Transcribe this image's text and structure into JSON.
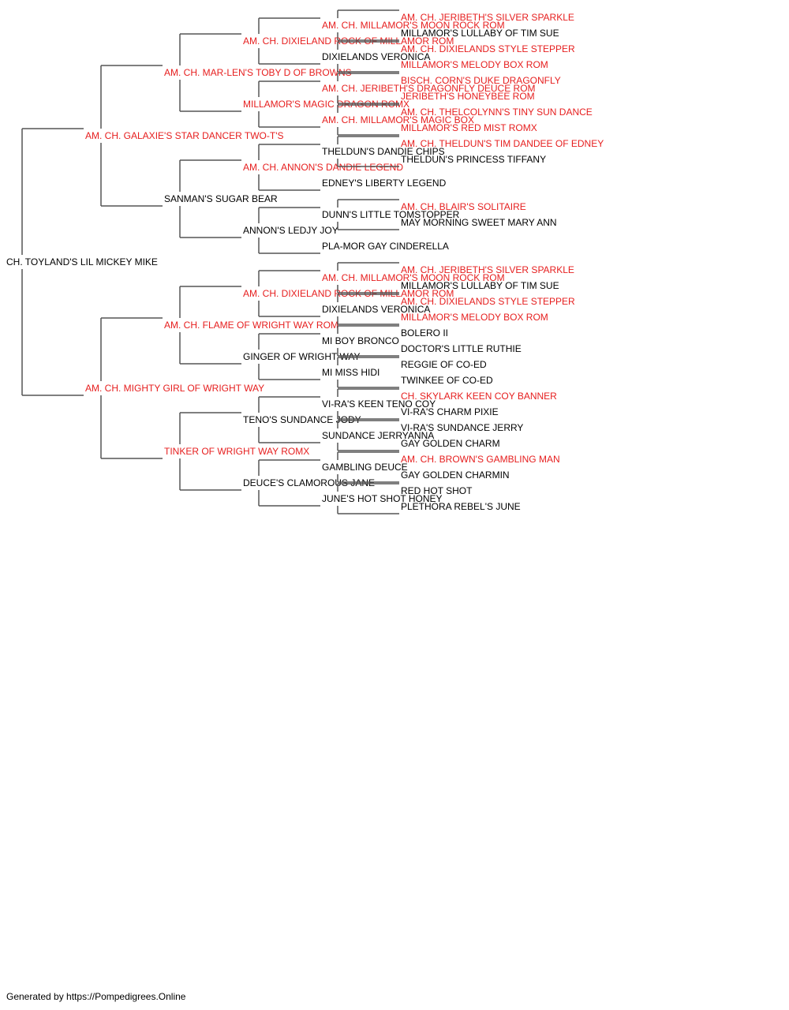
{
  "colors": {
    "champion": "#e61e1e",
    "normal": "#000000",
    "line": "#555555"
  },
  "pedigree": {
    "name": "CH. TOYLAND'S LIL MICKEY MIKE",
    "champion": false,
    "sire": {
      "name": "AM. CH. GALAXIE'S STAR DANCER TWO-T'S",
      "champion": true,
      "sire": {
        "name": "AM. CH. MAR-LEN'S TOBY D OF BROWNS",
        "champion": true,
        "sire": {
          "name": "AM. CH. DIXIELAND ROCK OF MILLAMOR ROM",
          "champion": true,
          "sire": {
            "name": "AM. CH. MILLAMOR'S MOON ROCK ROM",
            "champion": true,
            "sire": {
              "name": "AM. CH. JERIBETH'S SILVER SPARKLE",
              "champion": true
            },
            "dam": {
              "name": "MILLAMOR'S LULLABY OF TIM SUE",
              "champion": false
            }
          },
          "dam": {
            "name": "DIXIELANDS VERONICA",
            "champion": false,
            "sire": {
              "name": "AM. CH. DIXIELANDS STYLE STEPPER",
              "champion": true
            },
            "dam": {
              "name": "MILLAMOR'S MELODY BOX ROM",
              "champion": true
            }
          }
        },
        "dam": {
          "name": "MILLAMOR'S MAGIC DRAGON ROMX",
          "champion": true,
          "sire": {
            "name": "AM. CH. JERIBETH'S DRAGONFLY DEUCE ROM",
            "champion": true,
            "sire": {
              "name": "BISCH. CORN'S DUKE DRAGONFLY",
              "champion": true
            },
            "dam": {
              "name": "JERIBETH'S HONEYBEE ROM",
              "champion": true
            }
          },
          "dam": {
            "name": "AM. CH. MILLAMOR'S MAGIC BOX",
            "champion": true,
            "sire": {
              "name": "AM. CH. THELCOLYNN'S TINY SUN DANCE",
              "champion": true
            },
            "dam": {
              "name": "MILLAMOR'S RED MIST ROMX",
              "champion": true
            }
          }
        }
      },
      "dam": {
        "name": "SANMAN'S SUGAR BEAR",
        "champion": false,
        "sire": {
          "name": "AM. CH. ANNON'S DANDIE LEGEND",
          "champion": true,
          "sire": {
            "name": "THELDUN'S DANDIE CHIPS",
            "champion": false,
            "sire": {
              "name": "AM. CH. THELDUN'S TIM DANDEE OF EDNEY",
              "champion": true
            },
            "dam": {
              "name": "THELDUN'S PRINCESS TIFFANY",
              "champion": false
            }
          },
          "dam": {
            "name": "EDNEY'S LIBERTY LEGEND",
            "champion": false
          }
        },
        "dam": {
          "name": "ANNON'S LEDJY JOY",
          "champion": false,
          "sire": {
            "name": "DUNN'S LITTLE TOMSTOPPER",
            "champion": false,
            "sire": {
              "name": "AM. CH. BLAIR'S SOLITAIRE",
              "champion": true
            },
            "dam": {
              "name": "MAY MORNING SWEET MARY ANN",
              "champion": false
            }
          },
          "dam": {
            "name": "PLA-MOR GAY CINDERELLA",
            "champion": false
          }
        }
      }
    },
    "dam": {
      "name": "AM. CH. MIGHTY GIRL OF WRIGHT WAY",
      "champion": true,
      "sire": {
        "name": "AM. CH. FLAME OF WRIGHT WAY ROM",
        "champion": true,
        "sire": {
          "name": "AM. CH. DIXIELAND ROCK OF MILLAMOR ROM",
          "champion": true,
          "sire": {
            "name": "AM. CH. MILLAMOR'S MOON ROCK ROM",
            "champion": true,
            "sire": {
              "name": "AM. CH. JERIBETH'S SILVER SPARKLE",
              "champion": true
            },
            "dam": {
              "name": "MILLAMOR'S LULLABY OF TIM SUE",
              "champion": false
            }
          },
          "dam": {
            "name": "DIXIELANDS VERONICA",
            "champion": false,
            "sire": {
              "name": "AM. CH. DIXIELANDS STYLE STEPPER",
              "champion": true
            },
            "dam": {
              "name": "MILLAMOR'S MELODY BOX ROM",
              "champion": true
            }
          }
        },
        "dam": {
          "name": "GINGER OF WRIGHT WAY",
          "champion": false,
          "sire": {
            "name": "MI BOY BRONCO",
            "champion": false,
            "sire": {
              "name": "BOLERO II",
              "champion": false
            },
            "dam": {
              "name": "DOCTOR'S LITTLE RUTHIE",
              "champion": false
            }
          },
          "dam": {
            "name": "MI MISS HIDI",
            "champion": false,
            "sire": {
              "name": "REGGIE OF CO-ED",
              "champion": false
            },
            "dam": {
              "name": "TWINKEE OF CO-ED",
              "champion": false
            }
          }
        }
      },
      "dam": {
        "name": "TINKER OF WRIGHT WAY ROMX",
        "champion": true,
        "sire": {
          "name": "TENO'S SUNDANCE JODY",
          "champion": false,
          "sire": {
            "name": "VI-RA'S KEEN TENO COY",
            "champion": false,
            "sire": {
              "name": "CH. SKYLARK KEEN COY BANNER",
              "champion": true
            },
            "dam": {
              "name": "VI-RA'S CHARM PIXIE",
              "champion": false
            }
          },
          "dam": {
            "name": "SUNDANCE JERRYANNA",
            "champion": false,
            "sire": {
              "name": "VI-RA'S SUNDANCE JERRY",
              "champion": false
            },
            "dam": {
              "name": "GAY GOLDEN CHARM",
              "champion": false
            }
          }
        },
        "dam": {
          "name": "DEUCE'S CLAMOROUS JANE",
          "champion": false,
          "sire": {
            "name": "GAMBLING DEUCE",
            "champion": false,
            "sire": {
              "name": "AM. CH. BROWN'S GAMBLING MAN",
              "champion": true
            },
            "dam": {
              "name": "GAY GOLDEN CHARMIN",
              "champion": false
            }
          },
          "dam": {
            "name": "JUNE'S HOT SHOT HONEY",
            "champion": false,
            "sire": {
              "name": "RED HOT SHOT",
              "champion": false
            },
            "dam": {
              "name": "PLETHORA REBEL'S JUNE",
              "champion": false
            }
          }
        }
      }
    }
  },
  "footer": "Generated by https://Pompedigrees.Online"
}
